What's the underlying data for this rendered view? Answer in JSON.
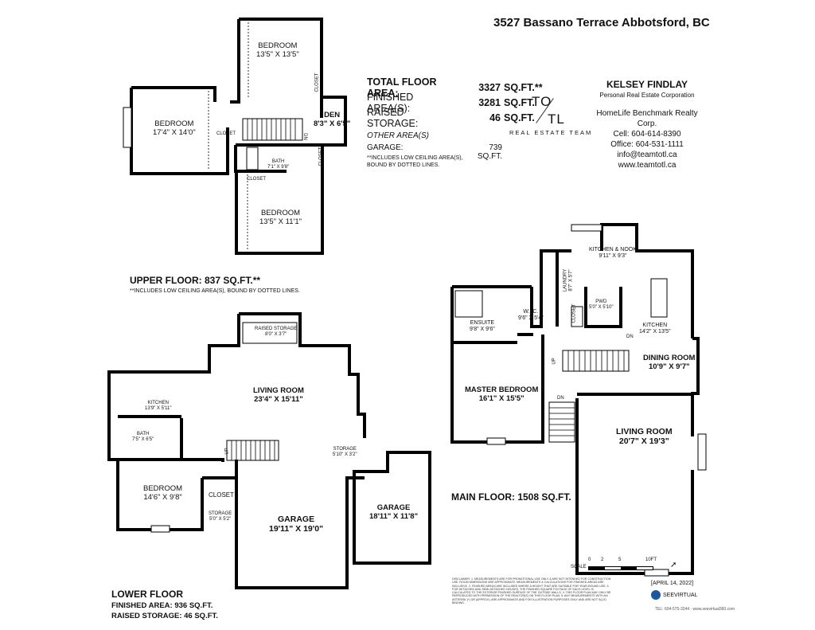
{
  "address": "3527 Bassano Terrace Abbotsford, BC",
  "areas": {
    "total_label": "TOTAL FLOOR AREA:",
    "total_value": "3327",
    "total_unit": "SQ.FT.**",
    "finished_label": "FINISHED AREA(S):",
    "finished_value": "3281",
    "finished_unit": "SQ.FT.",
    "raised_label": "RAISED STORAGE:",
    "raised_value": "46",
    "raised_unit": "SQ.FT.",
    "other_label": "OTHER AREA(S)",
    "garage_label": "GARAGE:",
    "garage_value": "739 SQ.FT.",
    "note": "**INCLUDES LOW CEILING AREA(S), BOUND BY DOTTED LINES."
  },
  "logo": {
    "to": "TO",
    "tl": "TL",
    "team": "REAL ESTATE TEAM"
  },
  "agent": {
    "name": "KELSEY FINDLAY",
    "corp": "Personal Real Estate Corporation",
    "brokerage": "HomeLife Benchmark Realty Corp.",
    "cell": "Cell: 604-614-8390",
    "office": "Office: 604-531-1111",
    "email": "info@teamtotl.ca",
    "web": "www.teamtotl.ca"
  },
  "upper": {
    "label": "UPPER FLOOR: 837 SQ.FT.**",
    "note": "**INCLUDES LOW CEILING AREA(S), BOUND BY DOTTED LINES.",
    "bedroom1": {
      "name": "BEDROOM",
      "dim": "13'5\" X 13'5\""
    },
    "bedroom2": {
      "name": "BEDROOM",
      "dim": "17'4\" X 14'0\""
    },
    "den": {
      "name": "DEN",
      "dim": "8'3\" X 6'5\""
    },
    "bath": {
      "name": "BATH",
      "dim": "7'1\" X 9'8\""
    },
    "bedroom3": {
      "name": "BEDROOM",
      "dim": "13'5\" X 11'1\""
    },
    "closet1": "CLOSET",
    "closet2": "CLOSET",
    "closet3": "CLOSET",
    "closet4": "CLOSET",
    "dn": "DN"
  },
  "lower": {
    "label": "LOWER FLOOR",
    "finished": "FINISHED AREA: 936 SQ.FT.",
    "raised": "RAISED STORAGE: 46 SQ.FT.",
    "raised_storage": {
      "name": "RAISED STORAGE",
      "dim": "8'0\" X 3'7\""
    },
    "living": {
      "name": "LIVING ROOM",
      "dim": "23'4\" X 15'11\""
    },
    "kitchen": {
      "name": "KITCHEN",
      "dim": "13'9\" X 5'11\""
    },
    "bath": {
      "name": "BATH",
      "dim": "7'5\" X 6'5\""
    },
    "storage1": {
      "name": "STORAGE",
      "dim": "5'10\" X 3'2\""
    },
    "bedroom": {
      "name": "BEDROOM",
      "dim": "14'6\" X 9'8\""
    },
    "closet": "CLOSET",
    "storage2": {
      "name": "STORAGE",
      "dim": "5'0\" X 5'2\""
    },
    "garage1": {
      "name": "GARAGE",
      "dim": "19'11\" X 19'0\""
    },
    "garage2": {
      "name": "GARAGE",
      "dim": "18'11\" X 11'8\""
    },
    "up": "UP"
  },
  "main": {
    "label": "MAIN FLOOR: 1508 SQ.FT.",
    "kitchen_nook": {
      "name": "KITCHEN & NOOK",
      "dim": "9'11\" X 9'3\""
    },
    "laundry": {
      "name": "LAUNDRY",
      "dim": "8'7\" X 5'7\""
    },
    "pwd": {
      "name": "PWD",
      "dim": "5'0\" X 5'10\""
    },
    "ensuite": {
      "name": "ENSUITE",
      "dim": "9'8\" X 9'6\""
    },
    "wic": {
      "name": "W.I.C.",
      "dim": "9'6\" X 5'4\""
    },
    "closet": "CLOSET",
    "kitchen": {
      "name": "KITCHEN",
      "dim": "14'2\" X 13'5\""
    },
    "dining": {
      "name": "DINING ROOM",
      "dim": "10'9\" X 9'7\""
    },
    "master": {
      "name": "MASTER BEDROOM",
      "dim": "16'1\" X 15'5\""
    },
    "living": {
      "name": "LIVING ROOM",
      "dim": "20'7\" X 19'3\""
    },
    "up": "UP",
    "dn": "DN",
    "dn2": "DN"
  },
  "scale": {
    "label": "SCALE",
    "ticks": [
      "0",
      "2",
      "5",
      "10FT"
    ]
  },
  "date": "[APRIL 14, 2022]",
  "brand": "SEEVIRTUAL",
  "brand_contact": "TEL: 604-575-3244 · www.seevirtual360.com",
  "disclaimer": "DISCLAIMER: 1. MEASUREMENTS ARE FOR PROMOTIONAL USE ONLY & ARE NOT INTENDED FOR CONSTRUCTION USE. ROOM DIMENSIONS ARE APPROXIMATE. MEASUREMENTS & CALCULATIONS FOR FINISHED AREAS ARE INCLUSIVE. 2. FINISHED AREAS ARE INCLUDED WHERE A HEIGHT THAT ARE SUITABLE FOR YEAR-ROUND USE. 3. FOR DETACHED AND SEMI-DETACHED HOUSES, THE FINISHED SQUARE FOOTAGE OF EACH LEVEL IS CALCULATED TO THE EXTERIOR FINISHED SURFACE OF THE OUTSIDE WALLS. 4. THIS FLOOR PLAN MAY ONLY BE REPRODUCED WITH PERMISSION OF THE REALTOR(S) ON THIS FLOOR PLAN. 5. ANY MEASUREMENTS WITH AN ASTERISK (*) OR (APPROX.) ARE APPROXIMATE AND FOR ILLUSTRATION PURPOSES ONLY AND ARE NOT SQ.ID BINDING."
}
